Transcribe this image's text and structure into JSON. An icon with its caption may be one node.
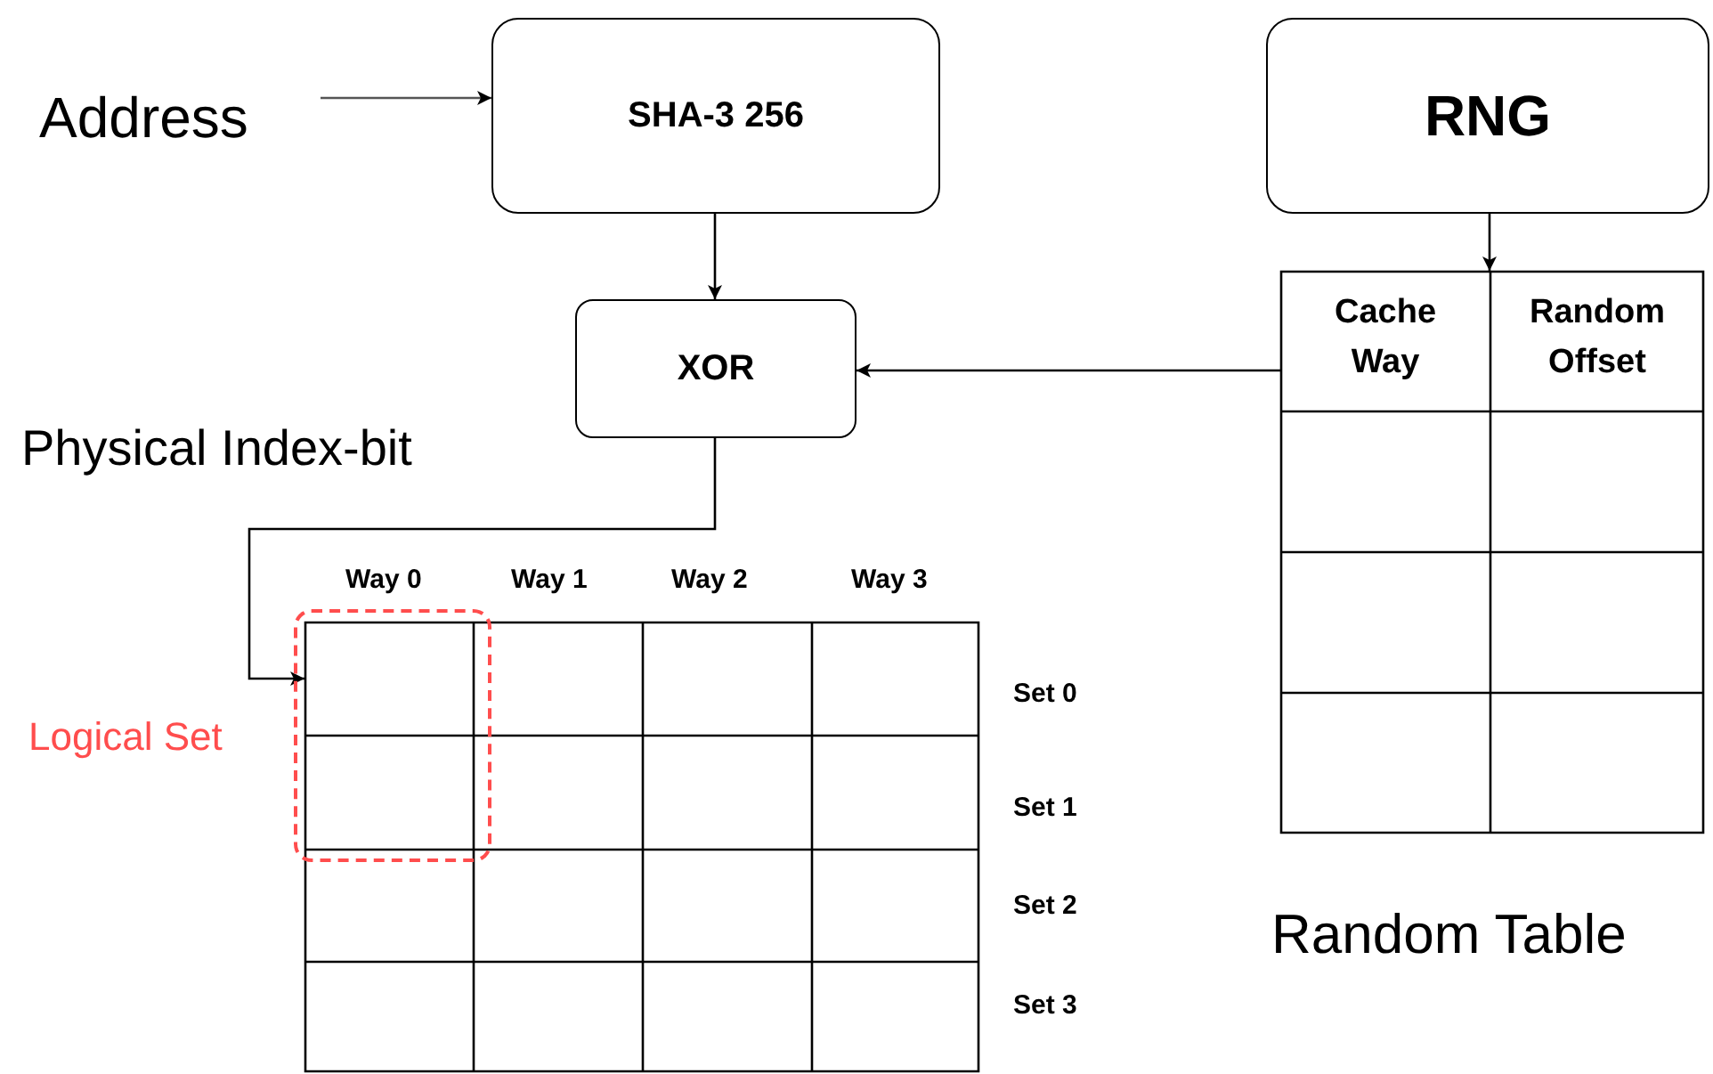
{
  "diagram": {
    "nodes": [
      {
        "text": [
          "Address"
        ]
      },
      {
        "text": [
          "SHA-3 256"
        ]
      },
      {
        "text": [
          "RNG"
        ]
      },
      {
        "text": [
          "XOR"
        ]
      },
      {
        "text": [
          "Cache Way",
          "Random Offset"
        ],
        "beside": [
          "Random Table"
        ]
      },
      {
        "text": [],
        "shape": "box"
      },
      {
        "text": [
          "Logical Set"
        ]
      }
    ],
    "edges": [
      {
        "from": 0,
        "to": 1,
        "arrow": "to"
      },
      {
        "from": 1,
        "to": 3,
        "arrow": "to"
      },
      {
        "from": 2,
        "to": 4,
        "arrow": "to"
      },
      {
        "from": 4,
        "to": 3,
        "arrow": "to"
      },
      {
        "from": 3,
        "to": 5,
        "arrow": "to"
      }
    ],
    "labels": [
      "Physical Index-bit",
      "Way 0",
      "Way 1",
      "Way 2",
      "Way 3",
      "Set 0",
      "Set 1",
      "Set 2",
      "Set 3"
    ]
  }
}
